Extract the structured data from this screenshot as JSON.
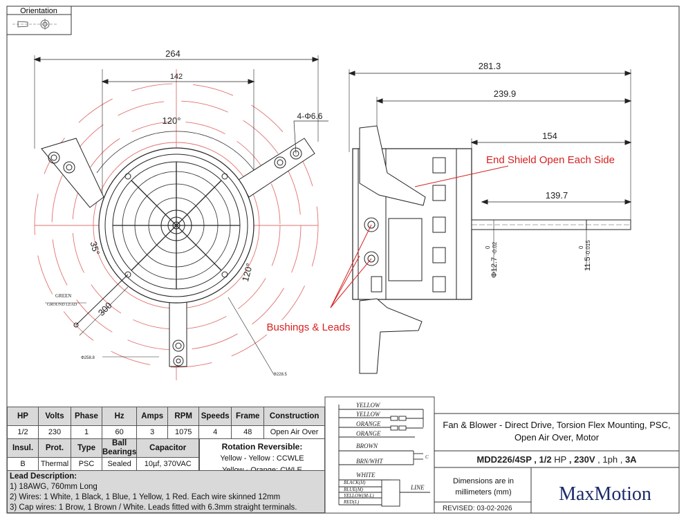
{
  "orientation": {
    "label": "Orientation"
  },
  "dimensions": {
    "d264": "264",
    "d142": "142",
    "d120a": "120°",
    "d120b": "120°",
    "d35": "35°",
    "d300": "300",
    "holes": "4-Φ6.6",
    "d2818": "281.3",
    "d2399": "239.9",
    "d154": "154",
    "d1397": "139.7",
    "shaft1": "Φ12.7",
    "shaft1_tol": "-0.02",
    "shaft1_zero": "0",
    "shaft2": "11.5",
    "shaft2_tol": "-0.015",
    "shaft2_zero": "0",
    "r2588": "Φ258.8",
    "r2285": "Φ228.5"
  },
  "wire_labels": {
    "green": "GREEN",
    "ground": "GROUND LEAD"
  },
  "callouts": {
    "end_shield": "End Shield Open Each Side",
    "bushings": "Bushings & Leads",
    "color": "#d62020"
  },
  "spec_table": {
    "headers1": [
      "HP",
      "Volts",
      "Phase",
      "Hz",
      "Amps",
      "RPM",
      "Speeds",
      "Frame",
      "Construction"
    ],
    "values1": [
      "1/2",
      "230",
      "1",
      "60",
      "3",
      "1075",
      "4",
      "48",
      "Open Air Over"
    ],
    "headers2": [
      "Insul.",
      "Prot.",
      "Type",
      "Ball Bearings",
      "Capacitor"
    ],
    "values2": [
      "B",
      "Thermal",
      "PSC",
      "Sealed",
      "10µf, 370VAC"
    ]
  },
  "rotation": {
    "title": "Rotation Reversible:",
    "line1": "Yellow - Yellow : CCWLE",
    "line2": "Yellow - Orange: CWLE"
  },
  "lead_description": {
    "title": "Lead Description:",
    "lines": [
      "1) 18AWG, 760mm Long",
      "2) Wires: 1 White, 1 Black, 1 Blue, 1 Yellow, 1 Red. Each wire skinned 12mm",
      "3) Cap wires: 1 Brow, 1 Brown / White. Leads fitted with 6.3mm straight terminals."
    ]
  },
  "wiring": {
    "yellow1": "YELLOW",
    "yellow2": "YELLOW",
    "orange1": "ORANGE",
    "orange2": "ORANGE",
    "brown": "BROWN",
    "brn_wht": "BRN/WHT",
    "white": "WHITE",
    "black": "BLACK(H)",
    "blue": "BLUE(M)",
    "yellow_ml": "YELLOW(M-L)",
    "red": "RED(L)",
    "line": "LINE",
    "cap": "C"
  },
  "title_block": {
    "description": "Fan & Blower - Direct Drive,  Torsion Flex Mounting, PSC,  Open Air Over, Motor",
    "model": "MDD226/4SP",
    "hp": "1/2",
    "hp_unit": "HP",
    "voltage": "230V",
    "phase": "1ph",
    "amps": "3A",
    "dims_note": "Dimensions are in millimeters (mm)",
    "revised": "REVISED: 03-02-2026",
    "brand": "MaxMotion"
  }
}
